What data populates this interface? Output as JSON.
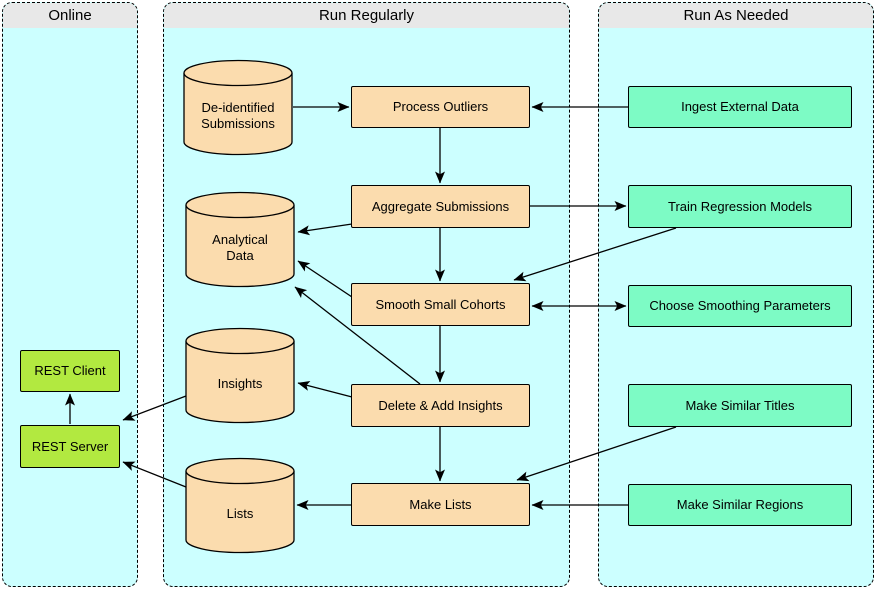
{
  "colors": {
    "page-bg": "#ffffff",
    "panel-bg": "#ccffff",
    "panel-header-bg": "#e8e8e8",
    "panel-border": "#000000",
    "process-fill": "#fbdcae",
    "external-fill": "#7dfbc5",
    "online-fill": "#b2e940",
    "stroke": "#000000"
  },
  "panels": {
    "online": {
      "title": "Online"
    },
    "run_regularly": {
      "title": "Run Regularly"
    },
    "run_as_needed": {
      "title": "Run As Needed"
    }
  },
  "nodes": {
    "rest_client": {
      "label": "REST Client",
      "type": "box",
      "panel": "online"
    },
    "rest_server": {
      "label": "REST Server",
      "type": "box",
      "panel": "online"
    },
    "de_identified_submissions": {
      "label": "De-identified Submissions",
      "type": "datastore",
      "panel": "run_regularly"
    },
    "analytical_data": {
      "label": "Analytical Data",
      "type": "datastore",
      "panel": "run_regularly"
    },
    "insights": {
      "label": "Insights",
      "type": "datastore",
      "panel": "run_regularly"
    },
    "lists": {
      "label": "Lists",
      "type": "datastore",
      "panel": "run_regularly"
    },
    "process_outliers": {
      "label": "Process Outliers",
      "type": "process",
      "panel": "run_regularly"
    },
    "aggregate_submissions": {
      "label": "Aggregate Submissions",
      "type": "process",
      "panel": "run_regularly"
    },
    "smooth_small_cohorts": {
      "label": "Smooth Small Cohorts",
      "type": "process",
      "panel": "run_regularly"
    },
    "delete_add_insights": {
      "label": "Delete & Add Insights",
      "type": "process",
      "panel": "run_regularly"
    },
    "make_lists": {
      "label": "Make Lists",
      "type": "process",
      "panel": "run_regularly"
    },
    "ingest_external_data": {
      "label": "Ingest External Data",
      "type": "external",
      "panel": "run_as_needed"
    },
    "train_regression_models": {
      "label": "Train Regression Models",
      "type": "external",
      "panel": "run_as_needed"
    },
    "choose_smoothing_parameters": {
      "label": "Choose Smoothing Parameters",
      "type": "external",
      "panel": "run_as_needed"
    },
    "make_similar_titles": {
      "label": "Make Similar Titles",
      "type": "external",
      "panel": "run_as_needed"
    },
    "make_similar_regions": {
      "label": "Make Similar Regions",
      "type": "external",
      "panel": "run_as_needed"
    }
  },
  "edges": [
    {
      "from": "de_identified_submissions",
      "to": "process_outliers"
    },
    {
      "from": "ingest_external_data",
      "to": "process_outliers"
    },
    {
      "from": "process_outliers",
      "to": "aggregate_submissions"
    },
    {
      "from": "aggregate_submissions",
      "to": "train_regression_models"
    },
    {
      "from": "aggregate_submissions",
      "to": "analytical_data"
    },
    {
      "from": "aggregate_submissions",
      "to": "smooth_small_cohorts"
    },
    {
      "from": "train_regression_models",
      "to": "smooth_small_cohorts"
    },
    {
      "from": "smooth_small_cohorts",
      "to": "choose_smoothing_parameters",
      "bidirectional": true
    },
    {
      "from": "smooth_small_cohorts",
      "to": "analytical_data"
    },
    {
      "from": "smooth_small_cohorts",
      "to": "delete_add_insights"
    },
    {
      "from": "delete_add_insights",
      "to": "analytical_data"
    },
    {
      "from": "delete_add_insights",
      "to": "insights"
    },
    {
      "from": "delete_add_insights",
      "to": "make_lists"
    },
    {
      "from": "insights",
      "to": "rest_server"
    },
    {
      "from": "make_similar_titles",
      "to": "make_lists"
    },
    {
      "from": "make_similar_regions",
      "to": "make_lists"
    },
    {
      "from": "make_lists",
      "to": "lists"
    },
    {
      "from": "lists",
      "to": "rest_server"
    },
    {
      "from": "rest_server",
      "to": "rest_client"
    }
  ]
}
